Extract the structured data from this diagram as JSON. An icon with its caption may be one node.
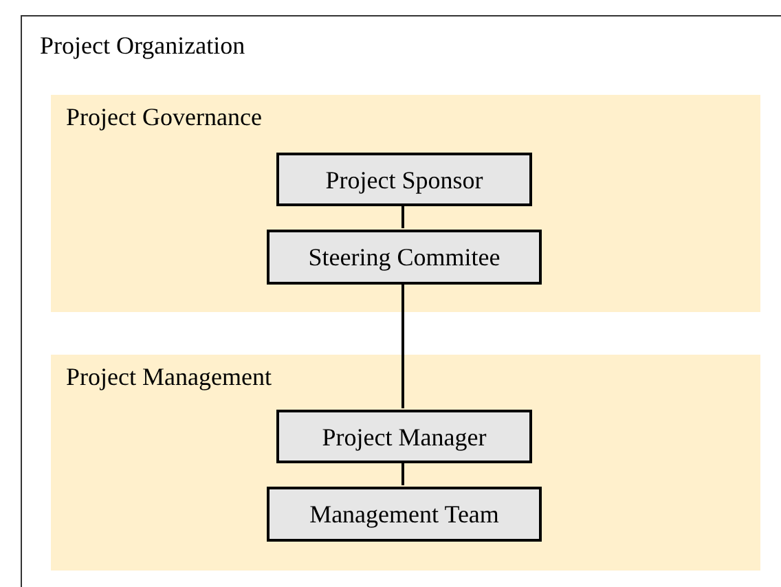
{
  "diagram": {
    "nodes": [
      {
        "text": [
          "Project Organization"
        ]
      },
      {
        "text": [
          "Project Governance"
        ],
        "in": 0
      },
      {
        "text": [
          "Project Sponsor"
        ],
        "in": 1
      },
      {
        "text": [
          "Steering Commitee"
        ],
        "in": 1
      },
      {
        "text": [
          "Project Management"
        ],
        "in": 0
      },
      {
        "text": [
          "Project Manager"
        ],
        "in": 4
      },
      {
        "text": [
          "Management Team"
        ],
        "in": 4
      }
    ],
    "edges": [
      {
        "from": 2,
        "to": 3,
        "arrow": "none"
      },
      {
        "from": 3,
        "to": 5,
        "arrow": "none"
      },
      {
        "from": 5,
        "to": 6,
        "arrow": "none"
      }
    ]
  }
}
